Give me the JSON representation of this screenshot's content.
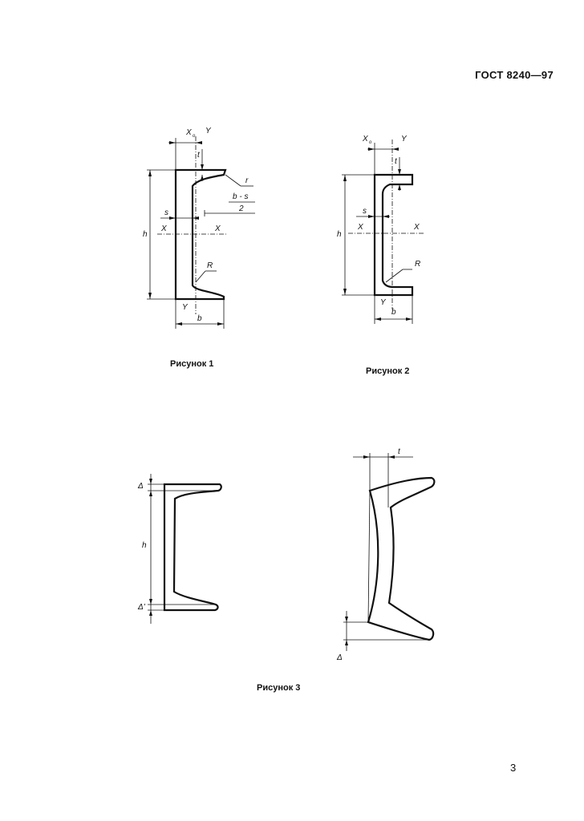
{
  "header": {
    "standard": "ГОСТ 8240—97"
  },
  "figures": {
    "fig1": {
      "caption": "Рисунок 1",
      "labels": {
        "x0": "X",
        "x0_sub": "o",
        "y_top": "Y",
        "t": "t",
        "r": "r",
        "b_minus_s": "b - s",
        "two": "2",
        "s": "s",
        "x_left": "X",
        "x_right": "X",
        "h": "h",
        "R": "R",
        "y_bottom": "Y",
        "b": "b"
      }
    },
    "fig2": {
      "caption": "Рисунок 2",
      "labels": {
        "x0": "X",
        "x0_sub": "o",
        "y_top": "Y",
        "t": "t",
        "s": "s",
        "x_left": "X",
        "x_right": "X",
        "h": "h",
        "R": "R",
        "y_bottom": "Y",
        "b": "b"
      }
    },
    "fig3": {
      "caption": "Рисунок 3",
      "labels": {
        "delta_top": "Δ",
        "h": "h",
        "delta_bottom": "Δ'",
        "t": "t",
        "delta_right": "Δ"
      }
    }
  },
  "page_number": "3"
}
